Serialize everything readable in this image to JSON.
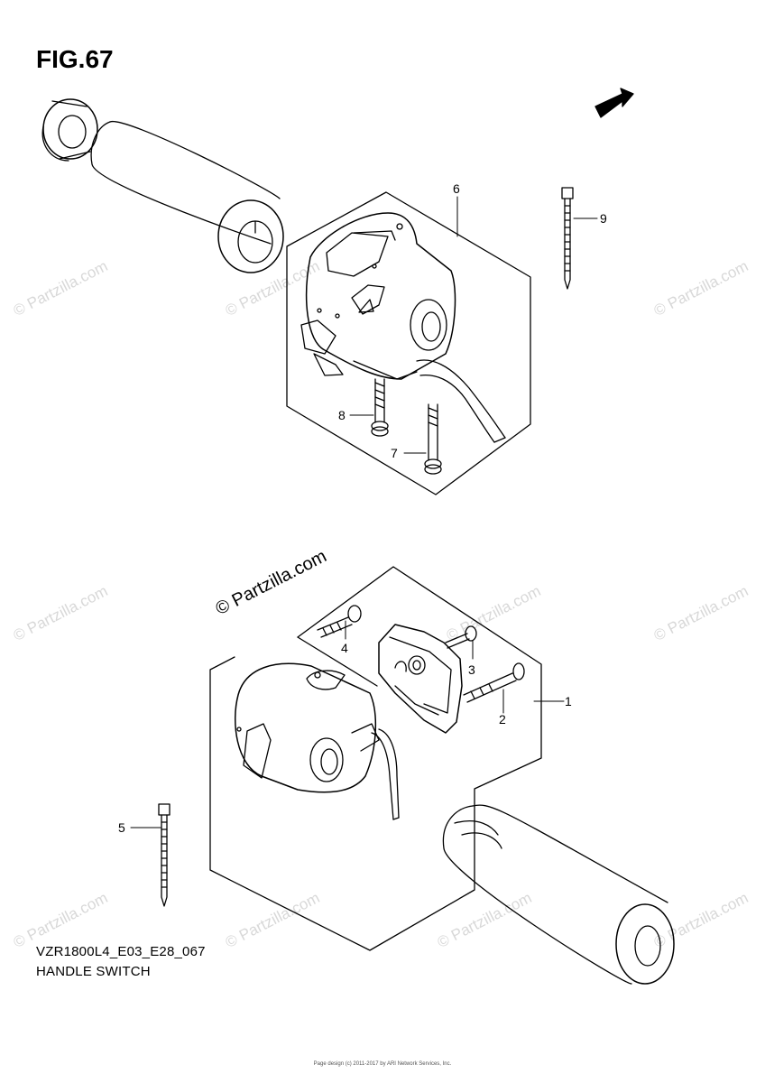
{
  "figure": {
    "title": "FIG.67",
    "code": "VZR1800L4_E03_E28_067",
    "name": "HANDLE SWITCH",
    "copyright": "Page design (c) 2011-2017 by ARI Network Services, Inc."
  },
  "fwd_label": "FWD",
  "logo_text": "© Partzilla.com",
  "watermark_text": "© Partzilla.com",
  "callouts": [
    {
      "id": "1",
      "label": "1"
    },
    {
      "id": "2",
      "label": "2"
    },
    {
      "id": "3",
      "label": "3"
    },
    {
      "id": "4",
      "label": "4"
    },
    {
      "id": "5",
      "label": "5"
    },
    {
      "id": "6",
      "label": "6"
    },
    {
      "id": "7",
      "label": "7"
    },
    {
      "id": "8",
      "label": "8"
    },
    {
      "id": "9",
      "label": "9"
    }
  ]
}
